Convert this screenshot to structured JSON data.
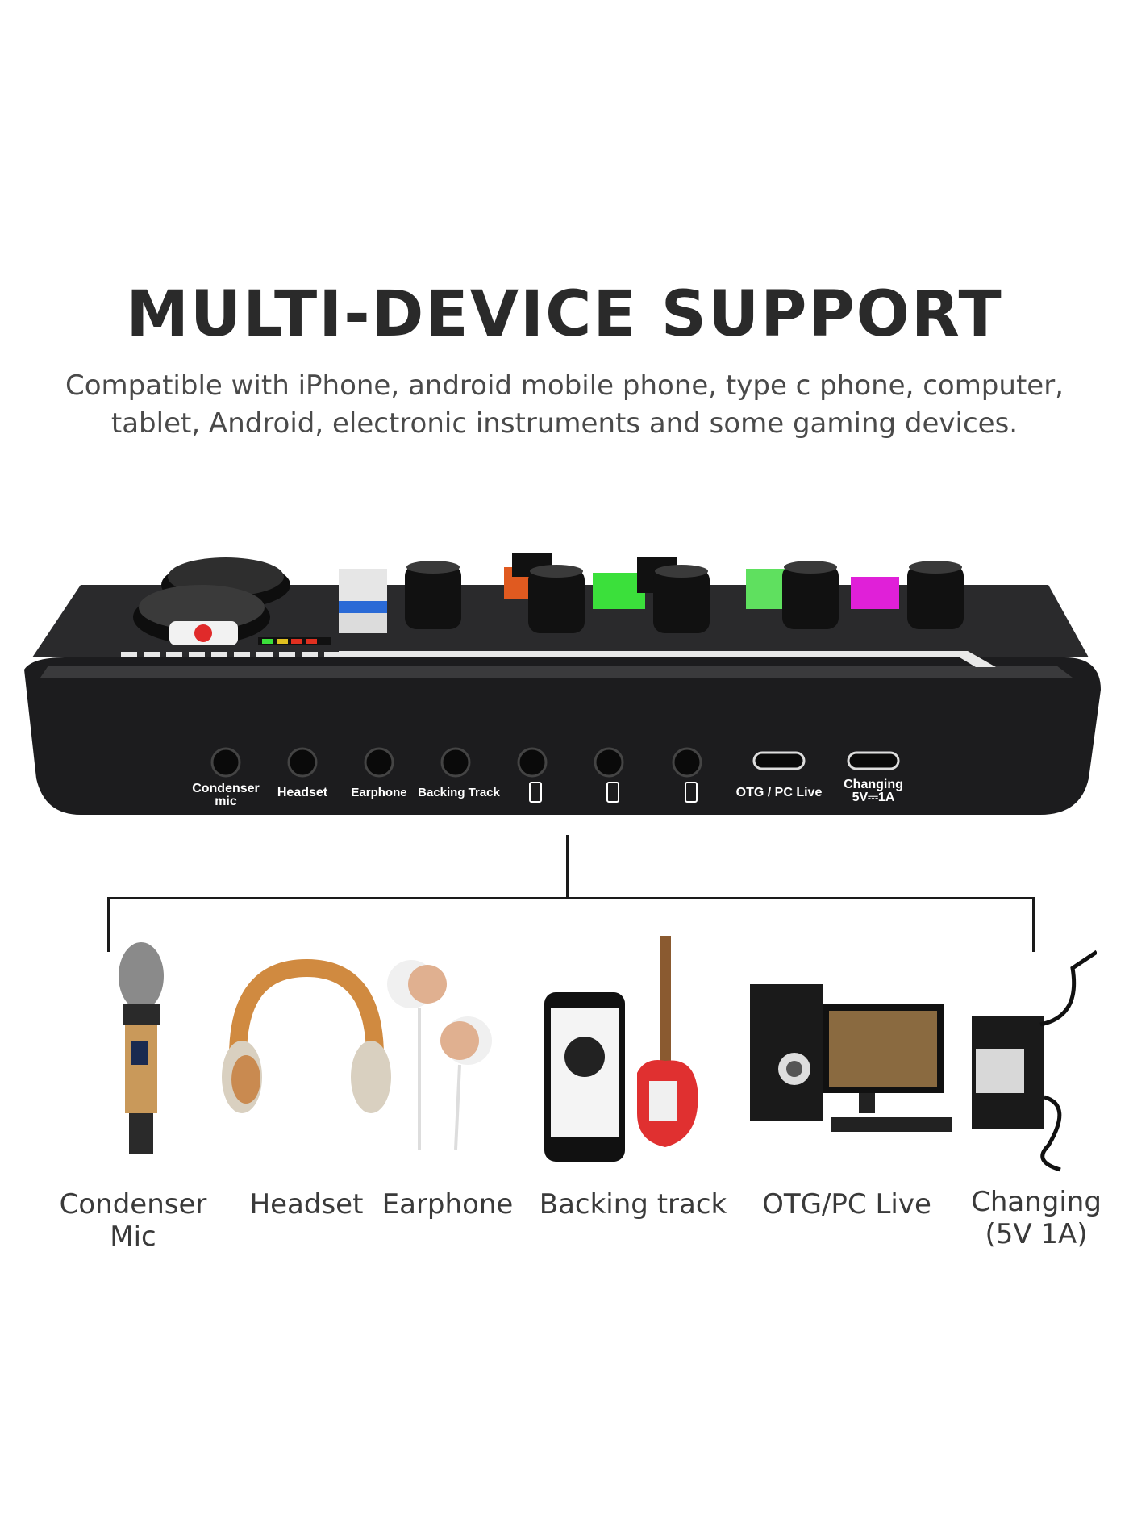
{
  "header": {
    "title": "MULTI-DEVICE SUPPORT",
    "subtitle_line1": "Compatible with iPhone, android mobile phone, type c phone, computer,",
    "subtitle_line2": "tablet, Android, electronic instruments and some gaming devices."
  },
  "ports": {
    "condenser_1": "Condenser",
    "condenser_2": "mic",
    "headset": "Headset",
    "earphone": "Earphone",
    "backing_track": "Backing Track",
    "otg": "OTG / PC Live",
    "changing_1": "Changing",
    "changing_2": "5V⎓1A"
  },
  "devices": {
    "condenser_mic": "Condenser Mic",
    "headset": "Headset",
    "earphone": "Earphone",
    "backing_track": "Backing track",
    "otg_pc_live": "OTG/PC Live",
    "changing_1": "Changing",
    "changing_2": "(5V 1A)"
  },
  "colors": {
    "device_body": "#1c1c1e",
    "accent_green": "#3be03b",
    "accent_magenta": "#e020d8",
    "gold": "#c9995a"
  }
}
